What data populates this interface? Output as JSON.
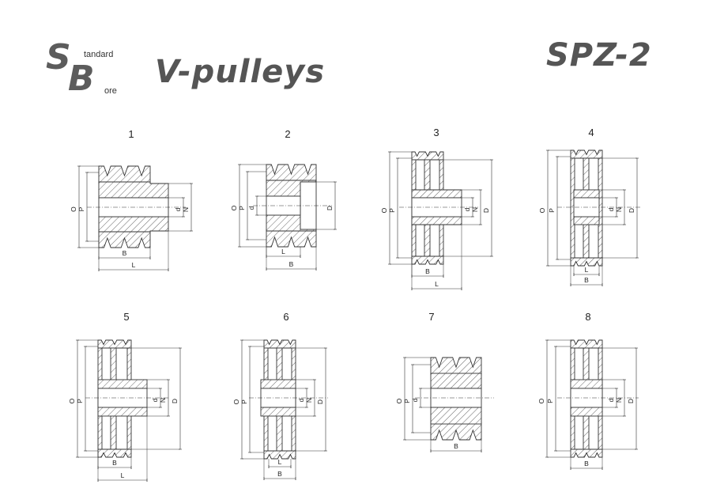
{
  "logo": {
    "s": "S",
    "b": "B",
    "s_tail": "tandard",
    "b_tail": "ore"
  },
  "title": "V-pulleys",
  "series": "SPZ-2",
  "colors": {
    "logo": "#5c5c5c",
    "title": "#555555",
    "line": "#333333",
    "hatch": "#666666"
  },
  "figures": [
    {
      "number": "1",
      "labels": {
        "O": "O",
        "P": "P",
        "d": "d",
        "N": "N",
        "B": "B",
        "L": "L"
      }
    },
    {
      "number": "2",
      "labels": {
        "O": "O",
        "P": "P",
        "d": "d",
        "D": "D",
        "L": "L",
        "B": "B"
      }
    },
    {
      "number": "3",
      "labels": {
        "O": "O",
        "P": "P",
        "d": "d",
        "N": "N",
        "D": "D",
        "B": "B",
        "L": "L"
      }
    },
    {
      "number": "4",
      "labels": {
        "O": "O",
        "P": "P",
        "d": "d",
        "N": "N",
        "D": "D",
        "L": "L",
        "B": "B"
      }
    },
    {
      "number": "5",
      "labels": {
        "O": "O",
        "P": "P",
        "d": "d",
        "N": "N",
        "D": "D",
        "B": "B",
        "L": "L"
      }
    },
    {
      "number": "6",
      "labels": {
        "O": "O",
        "P": "P",
        "d": "d",
        "N": "N",
        "D": "D",
        "L": "L",
        "B": "B"
      }
    },
    {
      "number": "7",
      "labels": {
        "O": "O",
        "P": "P",
        "d": "d",
        "B": "B"
      }
    },
    {
      "number": "8",
      "labels": {
        "O": "O",
        "P": "P",
        "d": "d",
        "N": "N",
        "D": "D",
        "B": "B"
      }
    }
  ]
}
